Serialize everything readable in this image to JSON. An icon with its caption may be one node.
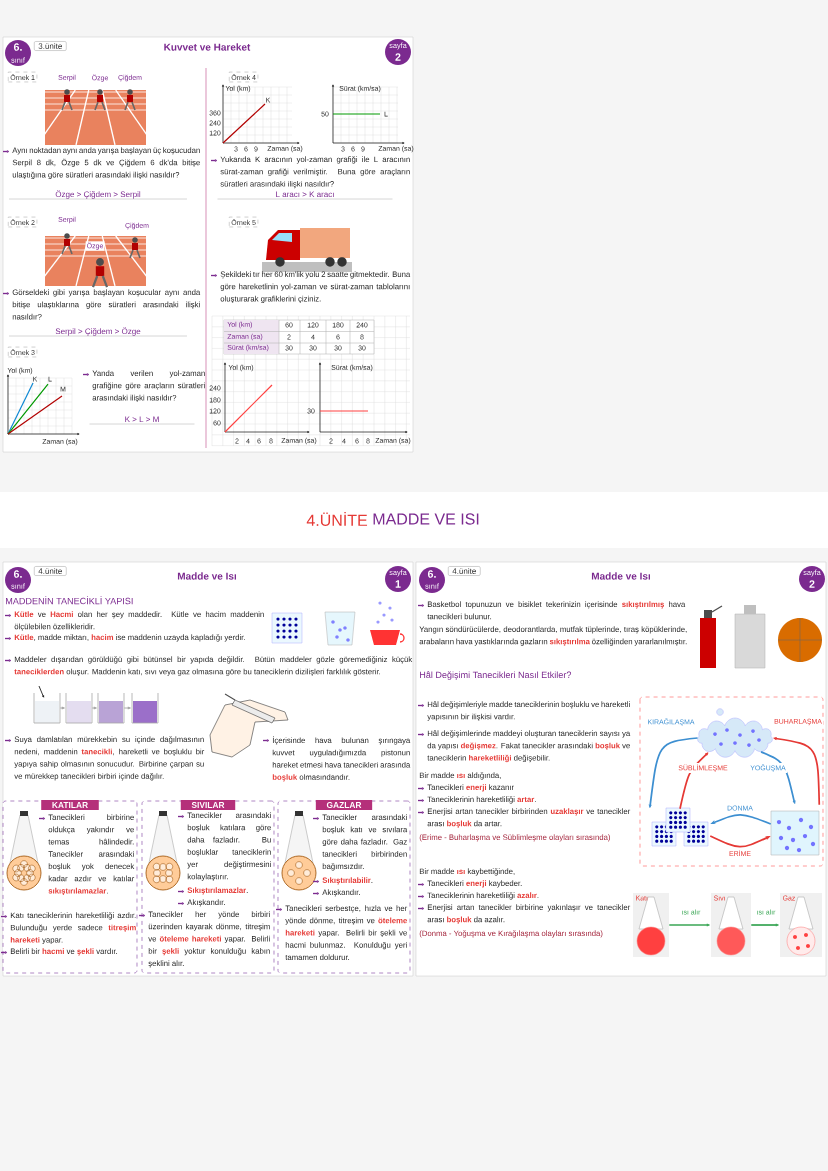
{
  "diagram": {
    "nodes": [
      {
        "text": [],
        "shape": "box"
      },
      {
        "text": [],
        "shape": "box"
      },
      {
        "text": [],
        "shape": "box"
      },
      {
        "text": [],
        "shape": "box"
      },
      {
        "text": [
          "KATILAR",
          "Tanecikleri birbirine oldukça yakındır ve temas hâlindedir. Tanecikler arasındaki boşluk yok denecek kadar azdır ve katılar **sıkıştırılamazlar**.",
          "Katı taneciklerinin hareketliliği azdır. Bulunduğu yerde sadece **titreşim hareketi** yapar.",
          "Belirli bir **hacmi** ve **şekli** vardır."
        ]
      },
      {
        "text": [
          "SIVILAR",
          "Tanecikler arasındaki boşluk katılara göre daha fazladır. Bu boşluklar taneciklerin yer değiştirmesini kolaylaştırır.",
          "**Sıkıştırılamazlar**.",
          "Akışkandır.",
          "Tanecikler her yönde birbiri üzerinden kayarak dönme, titreşim ve **öteleme hareketi** yapar. Belirli bir **şekli** yoktur konulduğu kabın şeklini alır."
        ]
      },
      {
        "text": [
          "GAZLAR",
          "Tanecikler arasındaki boşluk katı ve sıvılara göre daha fazladır. Gaz tanecikleri birbirinden bağımsızdır.",
          "**Sıkıştırılabilir**.",
          "Akışkandır.",
          "Tanecikleri serbestçe, hızla ve her yönde dönme, titreşim ve **öteleme hareketi** yapar. Belirli bir şekli ve hacmi bulunmaz. Konulduğu yeri tamamen doldurur."
        ]
      },
      {
        "text": [],
        "shape": "cloud"
      },
      {
        "text": [],
        "shape": "picture"
      },
      {
        "text": [],
        "shape": "picture"
      },
      {
        "text": [
          "Katı"
        ]
      },
      {
        "text": [
          "Sıvı"
        ]
      },
      {
        "text": [
          "Gaz"
        ]
      }
    ],
    "edges": [
      {
        "from": 0,
        "to": 1,
        "arrow": "to"
      },
      {
        "from": 1,
        "to": 2,
        "arrow": "to"
      },
      {
        "from": 2,
        "to": 3,
        "arrow": "to"
      },
      {
        "from": 7,
        "to": 8,
        "arrow": "to",
        "label": "KIRAĞILAŞMA",
        "color": "#3d8fd1"
      },
      {
        "from": 8,
        "to": 7,
        "arrow": "to",
        "label": "SÜBLİMLEŞME",
        "color": "#e53935"
      },
      {
        "from": 9,
        "to": 7,
        "arrow": "to",
        "label": "BUHARLAŞMA",
        "color": "#e53935"
      },
      {
        "from": 7,
        "to": 9,
        "arrow": "to",
        "label": "YOĞUŞMA",
        "color": "#3d8fd1"
      },
      {
        "from": 9,
        "to": 8,
        "arrow": "to",
        "label": "DONMA",
        "color": "#3d8fd1"
      },
      {
        "from": 8,
        "to": 9,
        "arrow": "to",
        "label": "ERİME",
        "color": "#e53935"
      },
      {
        "from": 10,
        "to": 11,
        "arrow": "to",
        "label": "ısı alır",
        "color": "#3aa655"
      },
      {
        "from": 11,
        "to": 12,
        "arrow": "to",
        "label": "ısı alır",
        "color": "#3aa655"
      }
    ],
    "labels": [
      "6.",
      "sınıf",
      "3.ünite",
      "Kuvvet ve Hareket",
      "sayfa",
      "2",
      "Örnek 1",
      "Serpil",
      "Özge",
      "Çiğdem",
      "Aynı noktadan aynı anda yarışa başlayan üç koşucudan Serpil 8 dk, Özge 5 dk ve Çiğdem 6 dk'da bitişe ulaştığına göre süratleri arasındaki ilişki nasıldır?",
      "Özge > Çiğdem > Serpil",
      "Örnek 2",
      "Serpil",
      "Çiğdem",
      "Özge",
      "Görseldeki gibi yarışa başlayan koşucular aynı anda bitişe ulaştıklarına göre süratleri arasındaki ilişki nasıldır?",
      "Serpil > Çiğdem > Özge",
      "Örnek 3",
      "Yol (km)",
      "K",
      "L",
      "M",
      "Zaman (sa)",
      "Yanda verilen yol-zaman grafiğine göre araçların süratleri arasındaki ilişki nasıldır?",
      "K > L > M",
      "Örnek 4",
      "Yol (km)",
      "K",
      "360",
      "240",
      "120",
      "3",
      "6",
      "9",
      "Zaman (sa)",
      "Sürat (km/sa)",
      "50",
      "L",
      "3",
      "6",
      "9",
      "Zaman (sa)",
      "Yukarıda K aracının yol-zaman grafiği ile L aracının sürat-zaman grafiği verilmiştir. Buna göre araçların süratleri arasındaki ilişki nasıldır?",
      "L aracı > K aracı",
      "Örnek 5",
      "Şekildeki tır her 60 km'lik yolu 2 saatte gitmektedir. Buna göre hareketlinin yol-zaman ve sürat-zaman tablolarını oluşturarak grafiklerini çiziniz.",
      "Yol (km)",
      "60",
      "120",
      "180",
      "240",
      "Zaman (sa)",
      "2",
      "4",
      "6",
      "8",
      "Sürat (km/sa)",
      "30",
      "30",
      "30",
      "30",
      "Yol (km)",
      "240",
      "180",
      "120",
      "60",
      "2",
      "4",
      "6",
      "8",
      "Zaman (sa)",
      "Sürat (km/sa)",
      "30",
      "2",
      "4",
      "6",
      "8",
      "Zaman (sa)",
      "4.ÜNİTE",
      "MADDE VE ISI",
      "6.",
      "sınıf",
      "4.ünite",
      "Madde ve Isı",
      "sayfa",
      "1",
      "MADDENİN TANECİKLİ YAPISI",
      "**Kütle** ve **Hacmi** olan her şey maddedir. Kütle ve hacim maddenin ölçülebilen özellikleridir.",
      "**Kütle**, madde miktarı, **hacim** ise maddenin uzayda kapladığı yerdir.",
      "Maddeler dışarıdan görüldüğü gibi bütünsel bir yapıda değildir. Bütün maddeler gözle göremediğiniz küçük **taneciklerden** oluşur. Maddenin katı, sıvı veya gaz olmasına göre bu taneciklerin dizilişleri farklılık gösterir.",
      "Suya damlatılan mürekkebin su içinde dağılmasının nedeni, maddenin **tanecikli**, hareketli ve boşluklu bir yapıya sahip olmasının sonucudur. Birbirine çarpan su ve mürekkep tanecikleri birbiri içinde dağılır.",
      "İçerisinde hava bulunan şırıngaya kuvvet uyguladığımızda pistonun hareket etmesi hava tanecikleri arasında **boşluk** olmasındandır.",
      "6.",
      "sınıf",
      "4.ünite",
      "Madde ve Isı",
      "sayfa",
      "2",
      "Basketbol topunuzun ve bisiklet tekerinizin içerisinde **sıkıştırılmış** hava tanecikleri bulunur.",
      "Yangın söndürücülerde, deodorantlarda, mutfak tüplerinde, tıraş köpüklerinde, arabaların hava yastıklarında gazların **sıkıştırılma** özelliğinden yararlanılmıştır.",
      "Hâl Değişimi Tanecikleri Nasıl Etkiler?",
      "Hâl değişimleriyle madde taneciklerinin boşluklu ve hareketli yapısının bir ilişkisi vardır.",
      "Hâl değişimlerinde maddeyi oluşturan taneciklerin sayısı ya da yapısı **değişmez**. Fakat tanecikler arasındaki **boşluk** ve taneciklerin **hareketliliği** değişebilir.",
      "Bir madde **ısı** aldığında,",
      "Tanecikleri **enerji** kazanır",
      "Taneciklerinin hareketliliği **artar**.",
      "Enerjisi artan tanecikler birbirinden **uzaklaşır** ve tanecikler arası **boşluk** da artar.",
      "(Erime - Buharlaşma ve Süblimleşme olayları sırasında)",
      "Bir madde **ısı** kaybettiğinde,",
      "Tanecikleri **enerji** kaybeder.",
      "Taneciklerinin hareketliliği **azalır**.",
      "Enerjisi artan tanecikler birbirine yakınlaşır ve tanecikler arası **boşluk** da azalır.",
      "(Donma - Yoğuşma ve Kırağılaşma olayları sırasında)"
    ]
  }
}
